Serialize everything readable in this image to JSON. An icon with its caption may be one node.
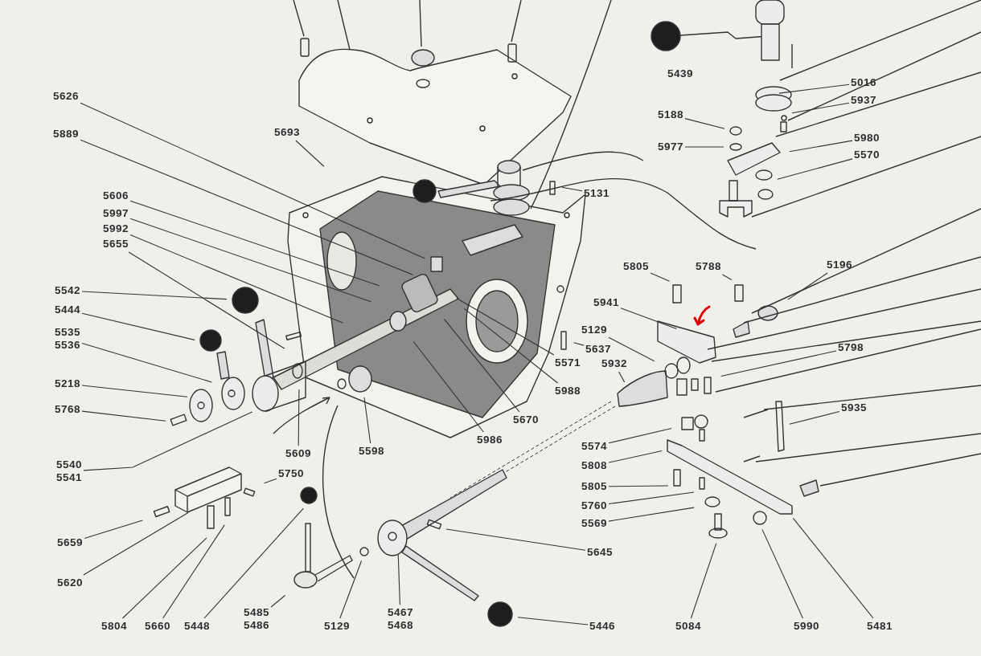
{
  "diagram": {
    "nodes": [
      {
        "text": [
          "5016"
        ]
      },
      {
        "text": [
          "5937"
        ]
      },
      {
        "text": [
          "5188"
        ]
      },
      {
        "text": [
          "5977"
        ]
      },
      {
        "text": [
          "5980"
        ]
      },
      {
        "text": [
          "5570"
        ]
      },
      {
        "text": [
          "5131"
        ]
      },
      {
        "text": [
          "5693"
        ]
      },
      {
        "text": [
          "5626"
        ]
      },
      {
        "text": [
          "5889"
        ]
      },
      {
        "text": [
          "5606"
        ]
      },
      {
        "text": [
          "5997"
        ]
      },
      {
        "text": [
          "5992"
        ]
      },
      {
        "text": [
          "5655"
        ]
      },
      {
        "text": [
          "5542"
        ]
      },
      {
        "text": [
          "5444"
        ]
      },
      {
        "text": [
          "5535",
          "5536"
        ]
      },
      {
        "text": [
          "5218"
        ]
      },
      {
        "text": [
          "5768"
        ]
      },
      {
        "text": [
          "5540",
          "5541"
        ]
      },
      {
        "text": [
          "5609"
        ]
      },
      {
        "text": [
          "5598"
        ]
      },
      {
        "text": [
          "5986"
        ]
      },
      {
        "text": [
          "5670"
        ]
      },
      {
        "text": [
          "5988"
        ]
      },
      {
        "text": [
          "5571"
        ]
      },
      {
        "text": [
          "5637"
        ]
      },
      {
        "text": [
          "5805"
        ]
      },
      {
        "text": [
          "5788"
        ]
      },
      {
        "text": [
          "5941"
        ]
      },
      {
        "text": [
          "5129"
        ]
      },
      {
        "text": [
          "5932"
        ]
      },
      {
        "text": [
          "5196"
        ]
      },
      {
        "text": [
          "5798"
        ]
      },
      {
        "text": [
          "5935"
        ]
      },
      {
        "text": [
          "5574"
        ]
      },
      {
        "text": [
          "5808"
        ]
      },
      {
        "text": [
          "5805"
        ]
      },
      {
        "text": [
          "5760"
        ]
      },
      {
        "text": [
          "5569"
        ]
      },
      {
        "text": [
          "5750"
        ]
      },
      {
        "text": [
          "5659"
        ]
      },
      {
        "text": [
          "5620"
        ]
      },
      {
        "text": [
          "5804"
        ]
      },
      {
        "text": [
          "5660"
        ]
      },
      {
        "text": [
          "5448"
        ]
      },
      {
        "text": [
          "5485",
          "5486"
        ]
      },
      {
        "text": [
          "5129"
        ]
      },
      {
        "text": [
          "5467",
          "5468"
        ]
      },
      {
        "text": [
          "5645"
        ]
      },
      {
        "text": [
          "5446"
        ]
      },
      {
        "text": [
          "5084"
        ]
      },
      {
        "text": [
          "5990"
        ]
      },
      {
        "text": [
          "5481"
        ]
      }
    ],
    "edges": [
      {
        "from": 0,
        "to": null,
        "arrow": "none"
      },
      {
        "from": 1,
        "to": null,
        "arrow": "none"
      },
      {
        "from": 2,
        "to": null,
        "arrow": "none"
      },
      {
        "from": 3,
        "to": null,
        "arrow": "none"
      },
      {
        "from": 4,
        "to": null,
        "arrow": "none"
      },
      {
        "from": 5,
        "to": null,
        "arrow": "none"
      },
      {
        "from": 6,
        "to": null,
        "arrow": "none"
      },
      {
        "from": 7,
        "to": null,
        "arrow": "none"
      },
      {
        "from": 8,
        "to": null,
        "arrow": "none"
      },
      {
        "from": 9,
        "to": null,
        "arrow": "none"
      },
      {
        "from": 10,
        "to": null,
        "arrow": "none"
      },
      {
        "from": 11,
        "to": null,
        "arrow": "none"
      },
      {
        "from": 12,
        "to": null,
        "arrow": "none"
      },
      {
        "from": 13,
        "to": null,
        "arrow": "none"
      },
      {
        "from": 14,
        "to": null,
        "arrow": "none"
      },
      {
        "from": 15,
        "to": null,
        "arrow": "none"
      },
      {
        "from": 16,
        "to": null,
        "arrow": "none"
      },
      {
        "from": 17,
        "to": null,
        "arrow": "none"
      },
      {
        "from": 18,
        "to": null,
        "arrow": "none"
      },
      {
        "from": 19,
        "to": null,
        "arrow": "none"
      },
      {
        "from": 20,
        "to": null,
        "arrow": "none"
      },
      {
        "from": 21,
        "to": null,
        "arrow": "none"
      },
      {
        "from": 22,
        "to": null,
        "arrow": "none"
      },
      {
        "from": 23,
        "to": null,
        "arrow": "none"
      },
      {
        "from": 24,
        "to": null,
        "arrow": "none"
      },
      {
        "from": 25,
        "to": null,
        "arrow": "none"
      },
      {
        "from": 26,
        "to": null,
        "arrow": "none"
      },
      {
        "from": 27,
        "to": null,
        "arrow": "none"
      },
      {
        "from": 28,
        "to": null,
        "arrow": "none"
      },
      {
        "from": 29,
        "to": null,
        "arrow": "none"
      },
      {
        "from": 30,
        "to": null,
        "arrow": "none"
      },
      {
        "from": 31,
        "to": null,
        "arrow": "none"
      },
      {
        "from": 32,
        "to": null,
        "arrow": "none"
      },
      {
        "from": 33,
        "to": null,
        "arrow": "none"
      },
      {
        "from": 34,
        "to": null,
        "arrow": "none"
      },
      {
        "from": 35,
        "to": null,
        "arrow": "none"
      },
      {
        "from": 36,
        "to": null,
        "arrow": "none"
      },
      {
        "from": 37,
        "to": null,
        "arrow": "none"
      },
      {
        "from": 38,
        "to": null,
        "arrow": "none"
      },
      {
        "from": 39,
        "to": null,
        "arrow": "none"
      },
      {
        "from": 40,
        "to": null,
        "arrow": "none"
      },
      {
        "from": 41,
        "to": null,
        "arrow": "none"
      },
      {
        "from": 42,
        "to": null,
        "arrow": "none"
      },
      {
        "from": 43,
        "to": null,
        "arrow": "none"
      },
      {
        "from": 44,
        "to": null,
        "arrow": "none"
      },
      {
        "from": 45,
        "to": null,
        "arrow": "none"
      },
      {
        "from": 46,
        "to": null,
        "arrow": "none"
      },
      {
        "from": 47,
        "to": null,
        "arrow": "none"
      },
      {
        "from": 48,
        "to": null,
        "arrow": "none"
      },
      {
        "from": 49,
        "to": null,
        "arrow": "none"
      },
      {
        "from": 50,
        "to": null,
        "arrow": "none"
      },
      {
        "from": 51,
        "to": null,
        "arrow": "none"
      },
      {
        "from": 52,
        "to": null,
        "arrow": "none"
      },
      {
        "from": 53,
        "to": null,
        "arrow": "none"
      }
    ],
    "labels": [
      "5439"
    ]
  }
}
